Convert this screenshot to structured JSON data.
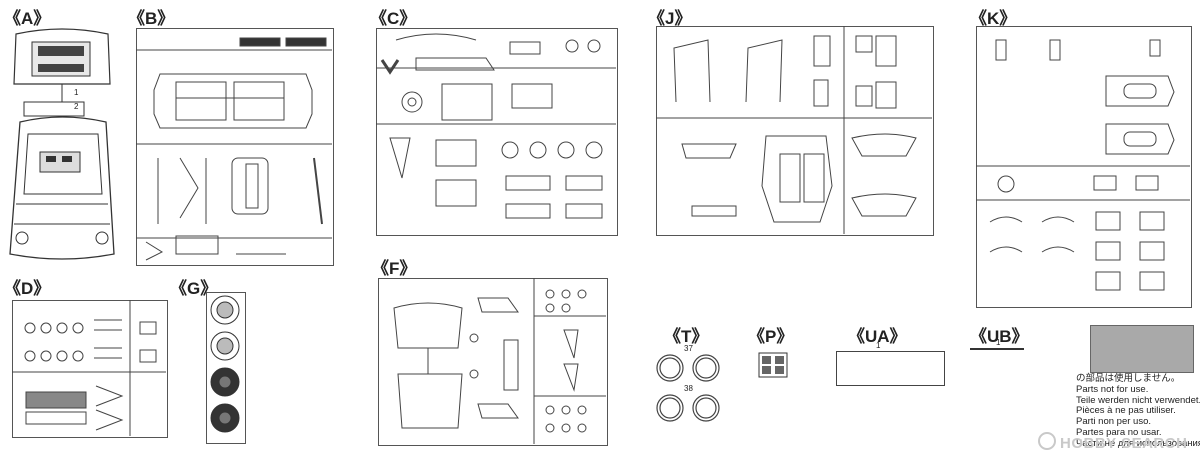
{
  "sprues": [
    {
      "id": "A",
      "label": "《A》"
    },
    {
      "id": "B",
      "label": "《B》"
    },
    {
      "id": "C",
      "label": "《C》"
    },
    {
      "id": "J",
      "label": "《J》"
    },
    {
      "id": "K",
      "label": "《K》"
    },
    {
      "id": "D",
      "label": "《D》"
    },
    {
      "id": "G",
      "label": "《G》"
    },
    {
      "id": "F",
      "label": "《F》"
    },
    {
      "id": "T",
      "label": "《T》"
    },
    {
      "id": "P",
      "label": "《P》"
    },
    {
      "id": "UA",
      "label": "《UA》"
    },
    {
      "id": "UB",
      "label": "《UB》"
    }
  ],
  "part_numbers": {
    "A": [
      "1",
      "2"
    ],
    "T": [
      "37",
      "38"
    ],
    "UA": [
      "1"
    ],
    "UB": [
      "1"
    ]
  },
  "notes": {
    "lines": [
      "の部品は使用しません。",
      "Parts not for use.",
      "Teile werden nicht verwendet.",
      "Pièces à ne pas utiliser.",
      "Parti non per uso.",
      "Partes para no usar.",
      "Части не для использования."
    ]
  },
  "watermark": "HOBBY SEARCH"
}
